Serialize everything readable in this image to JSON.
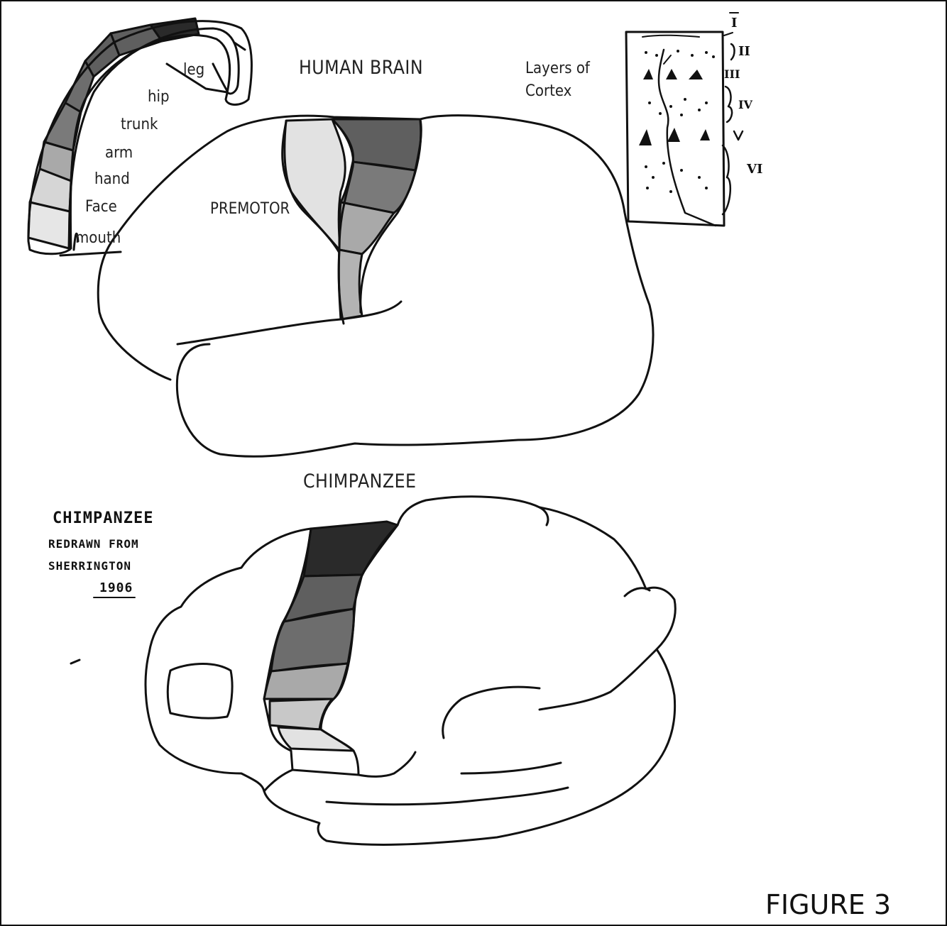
{
  "titles": {
    "human": "HUMAN BRAIN",
    "chimp": "CHIMPANZEE",
    "premotor": "PREMOTOR",
    "layers": "Layers of",
    "cortex": "Cortex",
    "figure": "FIGURE 3"
  },
  "homunculus_labels": [
    "leg",
    "hip",
    "trunk",
    "arm",
    "hand",
    "Face",
    "mouth"
  ],
  "handwritten_note": [
    "CHIMPANZEE",
    "REDRAWN FROM",
    "SHERRINGTON",
    "1906"
  ],
  "cortex_layers": [
    "I",
    "II",
    "III",
    "IV",
    "V",
    "VI"
  ],
  "colors": {
    "outline": "#111111",
    "darkest": "#2a2a2a",
    "dark": "#5f5f5f",
    "mid": "#7a7a7a",
    "light": "#a9a9a9",
    "lighter": "#c8c8c8",
    "lightest": "#e2e2e2"
  }
}
